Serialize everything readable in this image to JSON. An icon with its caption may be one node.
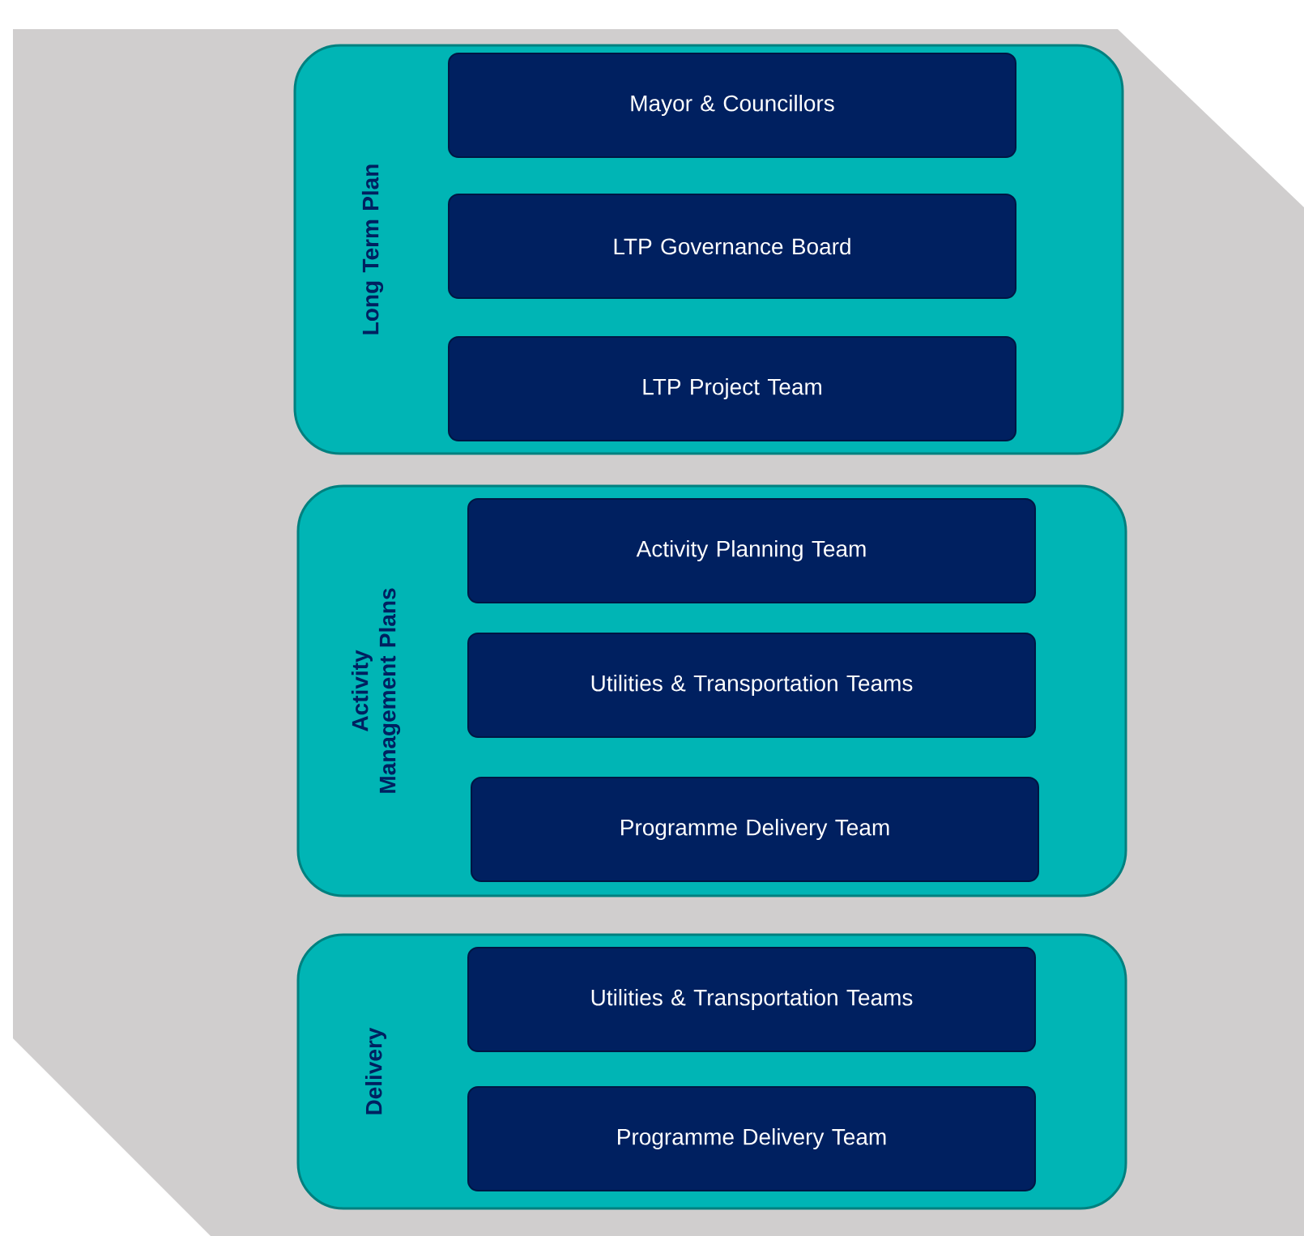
{
  "diagram": {
    "nodes": [
      {
        "text": [
          "Long Term Plan"
        ]
      },
      {
        "text": [
          "Mayor & Councillors"
        ],
        "in": 0
      },
      {
        "text": [
          "LTP Governance Board"
        ],
        "in": 0
      },
      {
        "text": [
          "LTP Project Team"
        ],
        "in": 0
      },
      {
        "text": [
          "Activity Management Plans"
        ]
      },
      {
        "text": [
          "Activity Planning Team"
        ],
        "in": 4
      },
      {
        "text": [
          "Utilities & Transportation Teams"
        ],
        "in": 4
      },
      {
        "text": [
          "Programme Delivery Team"
        ],
        "in": 4
      },
      {
        "text": [
          "Delivery"
        ]
      },
      {
        "text": [
          "Utilities & Transportation Teams"
        ],
        "in": 8
      },
      {
        "text": [
          "Programme Delivery Team"
        ],
        "in": 8
      }
    ]
  }
}
